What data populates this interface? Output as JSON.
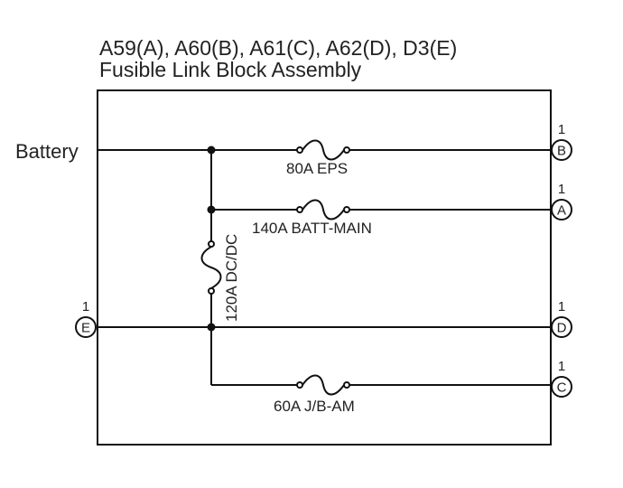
{
  "title": {
    "line1": "A59(A), A60(B), A61(C), A62(D), D3(E)",
    "line2": "Fusible Link Block Assembly"
  },
  "battery_label": "Battery",
  "fuses": [
    {
      "id": "eps",
      "label": "80A EPS"
    },
    {
      "id": "batt_main",
      "label": "140A BATT-MAIN"
    },
    {
      "id": "dcdc",
      "label": "120A DC/DC"
    },
    {
      "id": "jb_am",
      "label": "60A J/B-AM"
    }
  ],
  "connectors": [
    {
      "id": "B",
      "letter": "B",
      "pin": "1"
    },
    {
      "id": "A",
      "letter": "A",
      "pin": "1"
    },
    {
      "id": "D",
      "letter": "D",
      "pin": "1"
    },
    {
      "id": "C",
      "letter": "C",
      "pin": "1"
    },
    {
      "id": "E",
      "letter": "E",
      "pin": "1"
    }
  ]
}
